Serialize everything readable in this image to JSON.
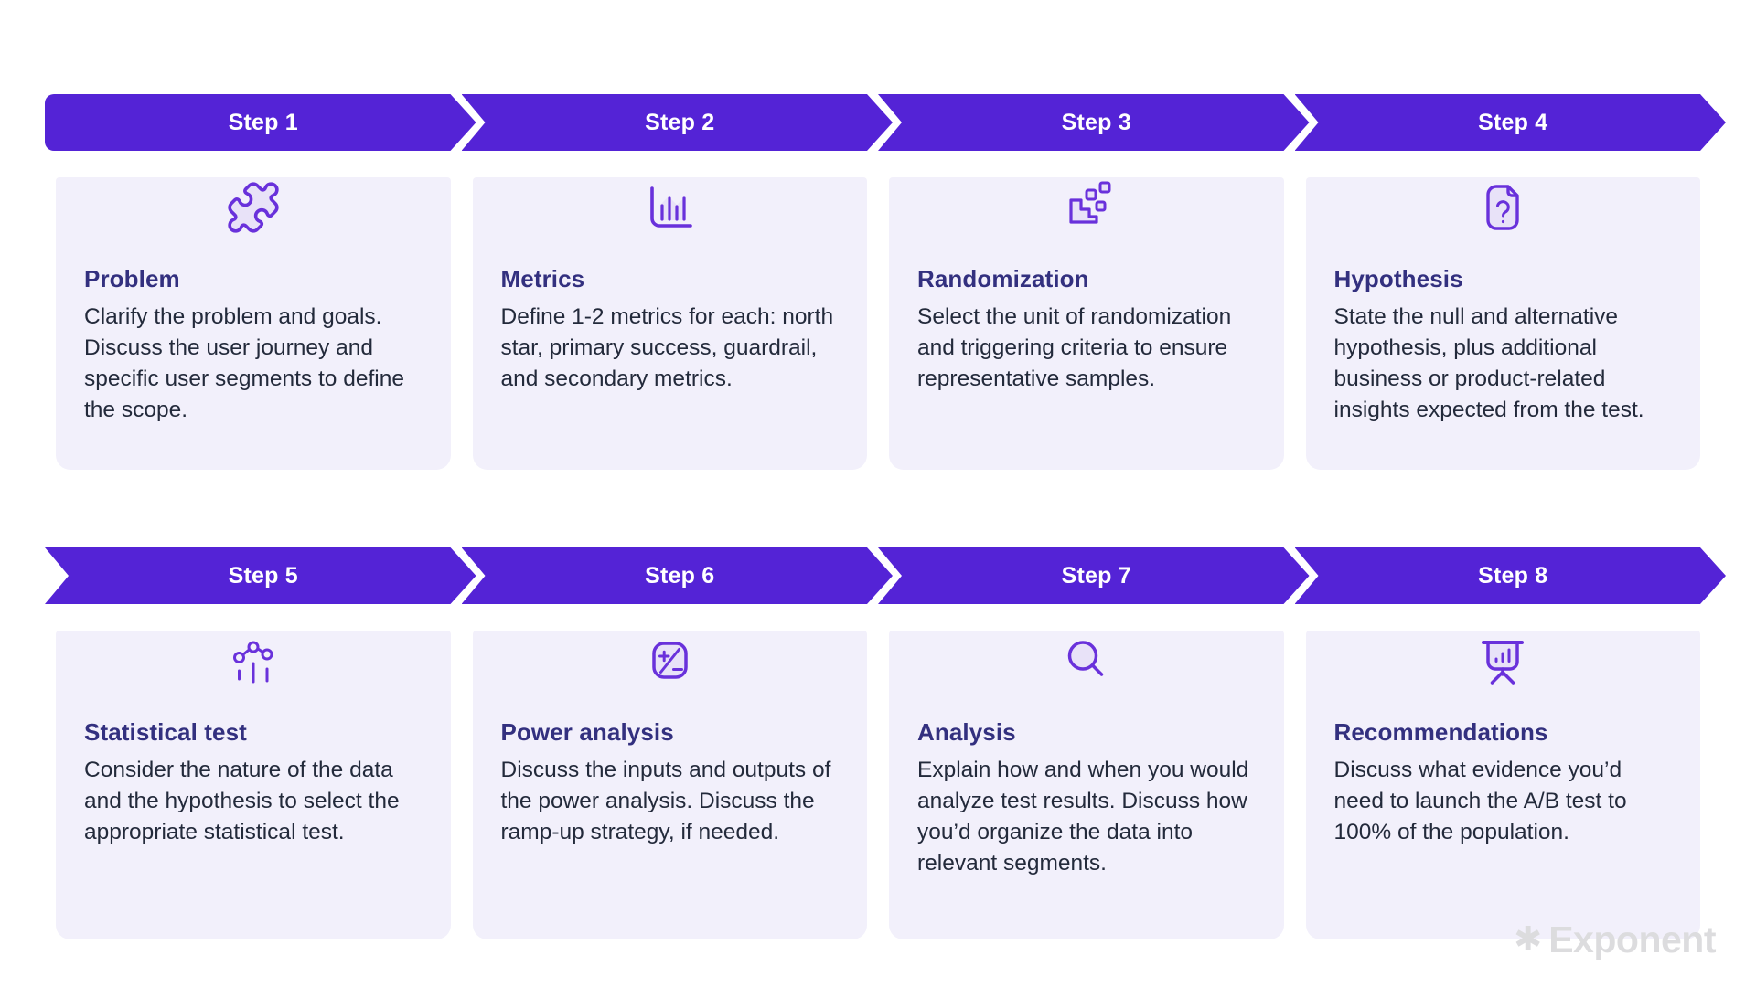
{
  "theme": {
    "banner_color": "#5423d6",
    "card_background": "#f2f0fb",
    "title_color": "#33307f",
    "body_text_color": "#232a3b",
    "icon_stroke_color": "#6931db",
    "icon_fill_color": "#e8e2f8",
    "step_label_color": "#ffffff",
    "logo_color": "#dcdcde"
  },
  "branding": {
    "logo_mark": "✱",
    "logo_text": "Exponent"
  },
  "steps": [
    {
      "step_label": "Step 1",
      "title": "Problem",
      "description": "Clarify the problem and goals. Discuss the user journey and specific user segments to define the scope.",
      "icon": "puzzle-icon"
    },
    {
      "step_label": "Step 2",
      "title": "Metrics",
      "description": "Define 1-2 metrics for each: north star, primary success, guardrail, and secondary metrics.",
      "icon": "bar-chart-icon"
    },
    {
      "step_label": "Step 3",
      "title": "Randomization",
      "description": "Select the unit of randomization and triggering criteria to ensure representative samples.",
      "icon": "randomize-icon"
    },
    {
      "step_label": "Step 4",
      "title": "Hypothesis",
      "description": "State the null and alternative hypothesis, plus additional business or product-related insights expected from the test.",
      "icon": "document-question-icon"
    },
    {
      "step_label": "Step 5",
      "title": "Statistical test",
      "description": "Consider the nature of the data and the hypothesis to select the appropriate statistical test.",
      "icon": "line-chart-icon"
    },
    {
      "step_label": "Step 6",
      "title": "Power analysis",
      "description": "Discuss the inputs and outputs of the power analysis. Discuss the ramp-up strategy, if needed.",
      "icon": "plus-minus-icon"
    },
    {
      "step_label": "Step 7",
      "title": "Analysis",
      "description": "Explain how and when you would analyze test results. Discuss how you’d organize the data into relevant segments.",
      "icon": "magnifier-icon"
    },
    {
      "step_label": "Step 8",
      "title": "Recommendations",
      "description": "Discuss what evidence you’d need to launch the A/B test to 100% of the population.",
      "icon": "presentation-icon"
    }
  ]
}
